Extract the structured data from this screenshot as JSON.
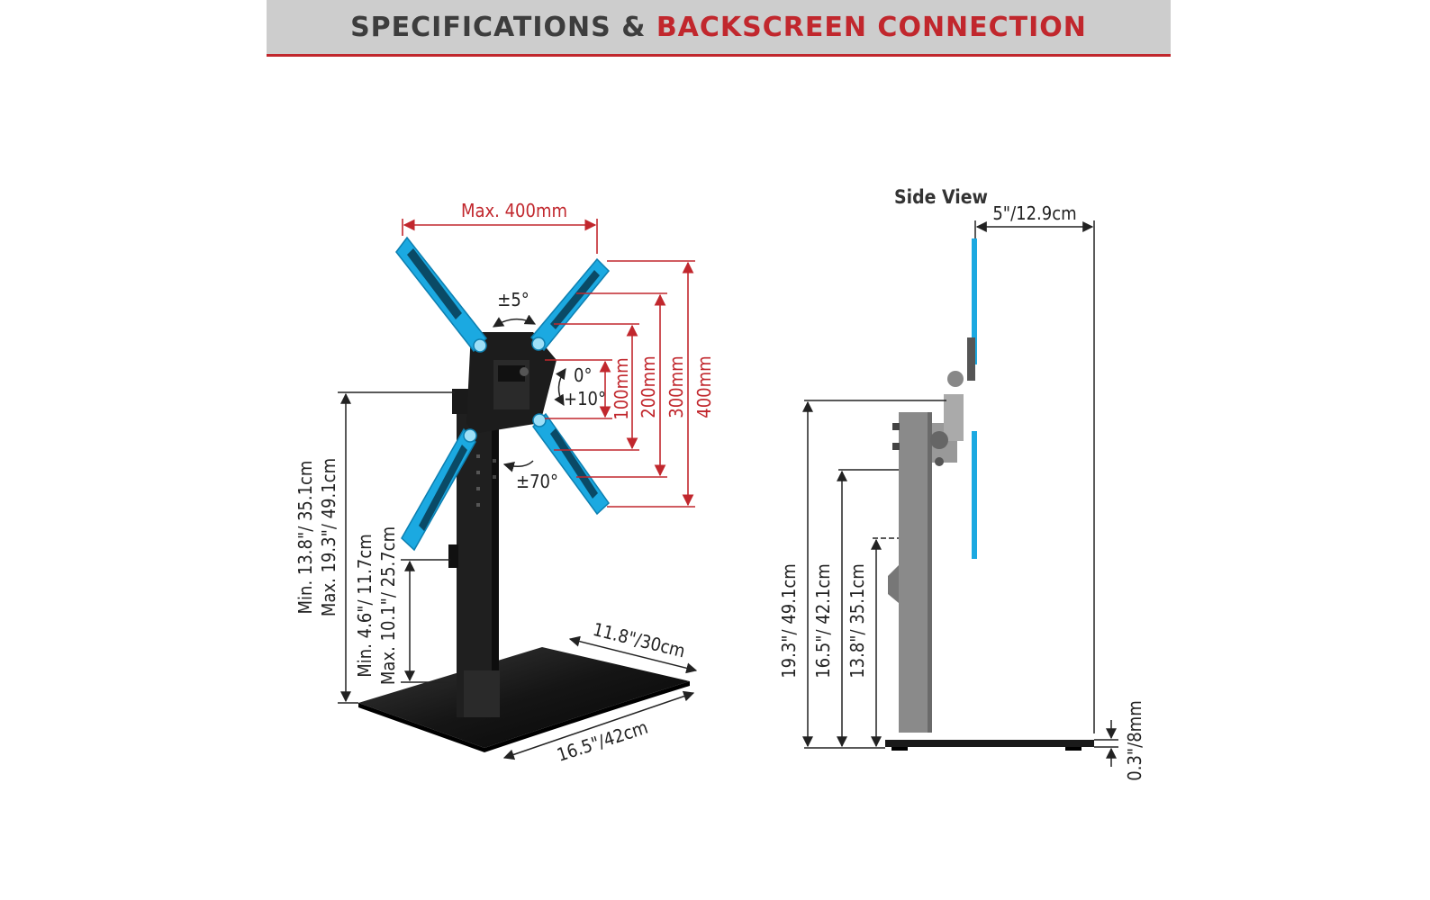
{
  "header": {
    "title_part1": "SPECIFICATIONS & ",
    "title_part2": "BACKSCREEN CONNECTION",
    "accent_color": "#c1272d",
    "bar_color": "#cdcdcd"
  },
  "front_view": {
    "max_width_label": "Max. 400mm",
    "tilt_label": "±5°",
    "tilt_angle_top": "0°",
    "tilt_angle_bottom": "+10°",
    "swivel_label": "±70°",
    "vesa_heights": [
      "100mm",
      "200mm",
      "300mm",
      "400mm"
    ],
    "overall_height_min": "Min. 13.8\"/ 35.1cm",
    "overall_height_max": "Max. 19.3\"/ 49.1cm",
    "column_height_min": "Min. 4.6\"/ 11.7cm",
    "column_height_max": "Max. 10.1\"/ 25.7cm",
    "base_depth": "11.8\"/30cm",
    "base_width": "16.5\"/42cm"
  },
  "side_view": {
    "title": "Side View",
    "depth_label": "5\"/12.9cm",
    "heights": [
      "19.3\"/ 49.1cm",
      "16.5\"/ 42.1cm",
      "13.8\"/ 35.1cm"
    ],
    "base_thickness": "0.3\"/8mm"
  },
  "colors": {
    "arm_blue": "#1ba9e1",
    "dimension_red": "#c1272d",
    "mount_black": "#1c1c1c",
    "column_gray": "#8a8a8a"
  }
}
